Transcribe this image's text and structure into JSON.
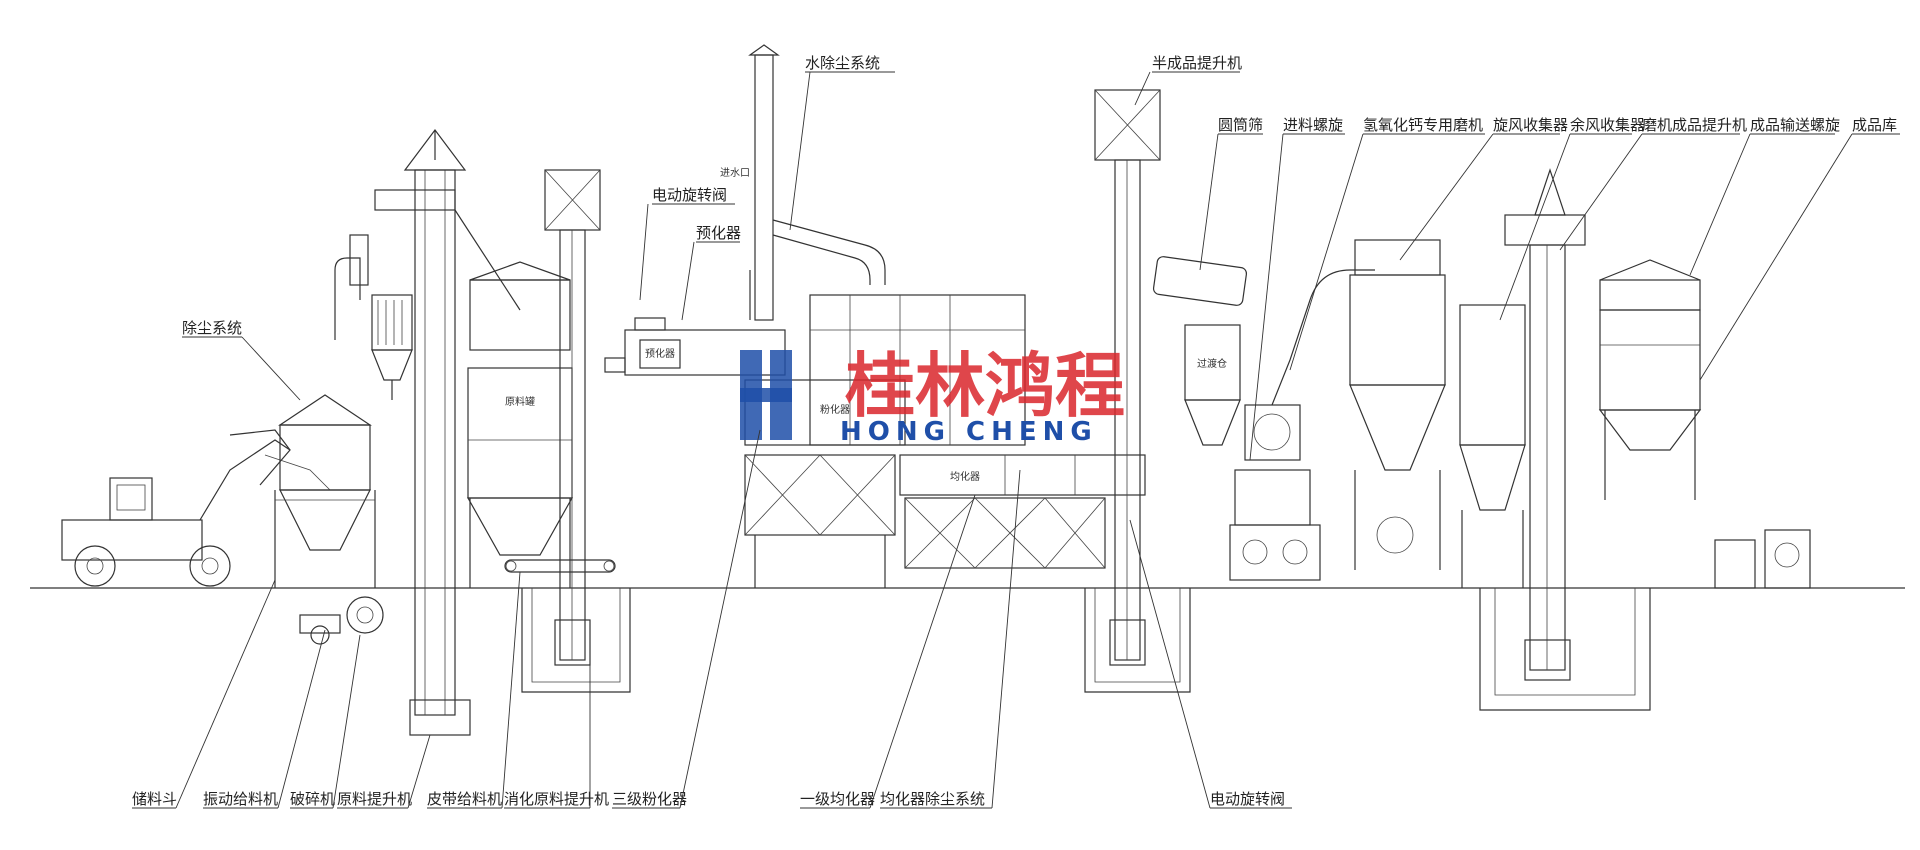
{
  "watermark": {
    "brand_cn": "桂林鸿程",
    "brand_en": "HONG CHENG",
    "color_red": "#d9262b",
    "color_blue": "#1f4fa8"
  },
  "labels_top": {
    "water_dust": "水除尘系统",
    "semi_elevator": "半成品提升机",
    "valve_top": "电动旋转阀",
    "prereactor": "预化器",
    "inlet": "进水口",
    "dust_system": "除尘系统",
    "drum_screen": "圆筒筛",
    "feed_screw": "进料螺旋",
    "mill": "氢氧化钙专用磨机",
    "cyclone": "旋风收集器",
    "residual_collector": "余风收集器",
    "mill_elevator": "磨机成品提升机",
    "product_screw": "成品输送螺旋",
    "product_silo": "成品库"
  },
  "labels_bottom": {
    "hopper": "储料斗",
    "vib_feeder": "振动给料机",
    "crusher": "破碎机",
    "raw_elevator": "原料提升机",
    "belt_feeder": "皮带给料机",
    "slaking_elevator": "消化原料提升机",
    "third_digester": "三级粉化器",
    "first_homogenizer": "一级均化器",
    "homogenizer_dust": "均化器除尘系统",
    "valve_bottom": "电动旋转阀"
  },
  "equipment_text": {
    "raw_tank": "原料罐",
    "prereactor_box": "预化器",
    "digester_box": "粉化器",
    "homogenizer_box": "均化器",
    "buffer_bin": "过渡仓"
  }
}
